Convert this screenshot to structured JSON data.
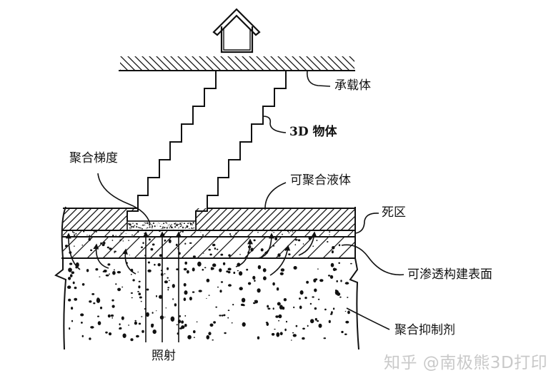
{
  "diagram": {
    "title": "",
    "labels": {
      "carrier": "承载体",
      "object_3d": "3D 物体",
      "polymerization_gradient": "聚合梯度",
      "polymerizable_liquid": "可聚合液体",
      "dead_zone": "死区",
      "permeable_build_surface": "可渗透构建表面",
      "polymerization_inhibitor": "聚合抑制剂",
      "irradiation": "照射"
    },
    "icons": [
      "house-icon"
    ],
    "components": [
      "house",
      "carrier-plate",
      "3d-object-left-staircase",
      "3d-object-right-staircase",
      "liquid-layer",
      "gradient-zone",
      "dead-zone-layer",
      "permeable-layer",
      "base-body",
      "inhibitor-arrows",
      "irradiation-lines"
    ],
    "watermark": "知乎 @南极熊3D打印"
  }
}
